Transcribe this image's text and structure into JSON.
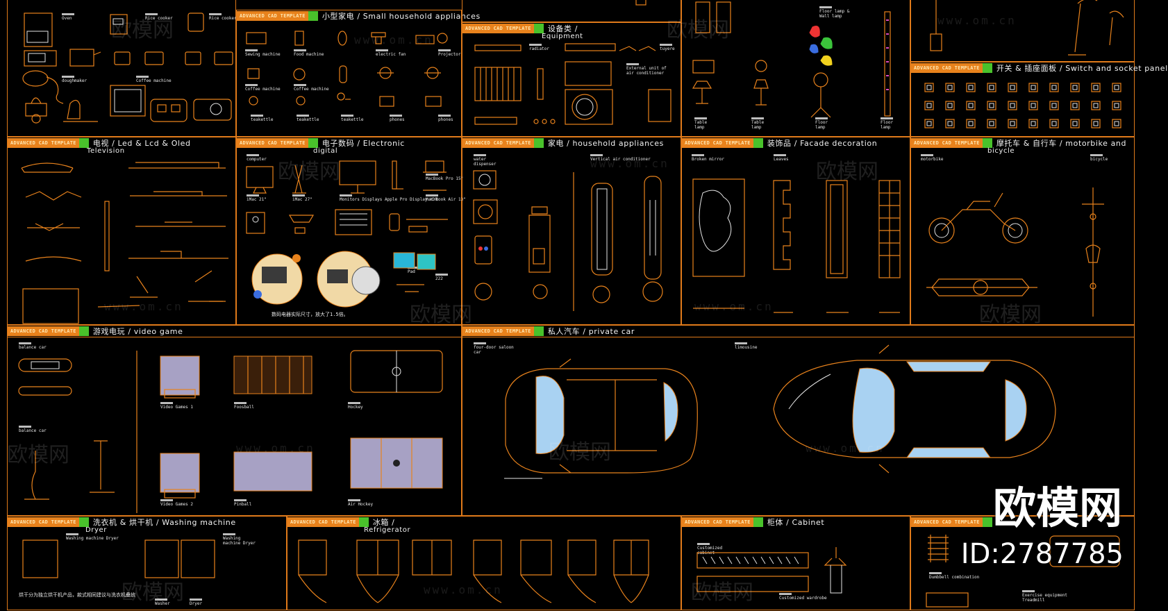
{
  "badge_text": "ADVANCED CAD TEMPLATE",
  "watermark": {
    "brand": "欧模网",
    "url": "www.om.cn"
  },
  "brand": {
    "name": "欧模网",
    "id": "ID:2787785"
  },
  "panels": {
    "small_appliances": {
      "cn": "小型家电",
      "en": "Small household appliances"
    },
    "equipment": {
      "cn": "设备类",
      "en": "Equipment"
    },
    "switch": {
      "cn": "开关 & 插座面板",
      "en": "Switch and socket panel"
    },
    "television": {
      "cn": "电视",
      "en": "Led & Lcd & Oled",
      "sub": "Television"
    },
    "electronic": {
      "cn": "电子数码",
      "en": "Electronic",
      "sub": "digital"
    },
    "household": {
      "cn": "家电",
      "en": "household appliances"
    },
    "facade": {
      "cn": "装饰品",
      "en": "Facade decoration"
    },
    "motorbike": {
      "cn": "摩托车 & 自行车",
      "en": "motorbike and",
      "sub": "bicycle"
    },
    "video_game": {
      "cn": "游戏电玩",
      "en": "video game"
    },
    "private_car": {
      "cn": "私人汽车",
      "en": "private car"
    },
    "washing": {
      "cn": "洗衣机 & 烘干机",
      "en": "Washing machine",
      "sub": "Dryer"
    },
    "refrigerator": {
      "cn": "冰箱",
      "en": "",
      "sub": "Refrigerator"
    },
    "cabinet": {
      "cn": "柜体",
      "en": "Cabinet"
    }
  },
  "labels": {
    "oven": "Oven",
    "rice_cooker": "Rice cooker",
    "rice_cooker2": "Rice cooker",
    "doughmaker": "doughmaker",
    "coffee_machine": "Coffee machine",
    "sewing": "Sewing machine",
    "food": "Food machine",
    "electric_fan": "electric fan",
    "projector": "Projector",
    "coffee1": "Coffee machine",
    "coffee2": "Coffee machine",
    "teakettle1": "teakettle",
    "teakettle2": "teakettle",
    "teakettle3": "teakettle",
    "phones1": "phones",
    "phones2": "phones",
    "radiator": "radiator",
    "tuyere": "tuyere",
    "external": "External unit of air conditioner",
    "floor_wall": "Floor lamp & Wall lamp",
    "table1": "Table lamp",
    "table2": "Table lamp",
    "floor1": "Floor lamp",
    "floor2": "Floor lamp",
    "computer": "computer",
    "imac1": "iMac 21\"",
    "imac2": "iMac 27\"",
    "monitors": "Monitors Displays Apple Pro Display XDR",
    "macbook_pro": "MacBook Pro 15\"",
    "macbook_air": "Mac Book Air 13\"",
    "pad": "Pad",
    "pad_num": "222",
    "water": "water dispenser",
    "vertical_ac": "Vertical air conditioner",
    "broken_mirror": "Broken mirror",
    "leaves": "Leaves",
    "motorbike": "motorbike",
    "bicycle": "bicycle",
    "balance_car": "balance car",
    "balance_car2": "balance car",
    "video1": "Video Games 1",
    "video2": "Video Games 2",
    "foosball": "Foosball",
    "hockey": "Hockey",
    "pinball": "Pinball",
    "air_hockey": "Air Hockey",
    "four_door": "four-door saloon car",
    "limousine": "limousine",
    "washer_dryer1": "Washing machine Dryer",
    "washer_dryer2": "Washing machine Dryer",
    "washer": "Washer",
    "dryer": "Dryer",
    "custom_cabinet": "Customized cabinet",
    "custom_wardrobe": "Customized wardrobe",
    "dumbbell": "Dumbbell combination",
    "exercise": "Exercise equipment Treadmill"
  },
  "notes": {
    "tablet_note": "数码电器实际尺寸，放大了1.5倍。",
    "washer_note": "烘干分为独立烘干机产品，款式相同建议与洗衣机叠放"
  }
}
